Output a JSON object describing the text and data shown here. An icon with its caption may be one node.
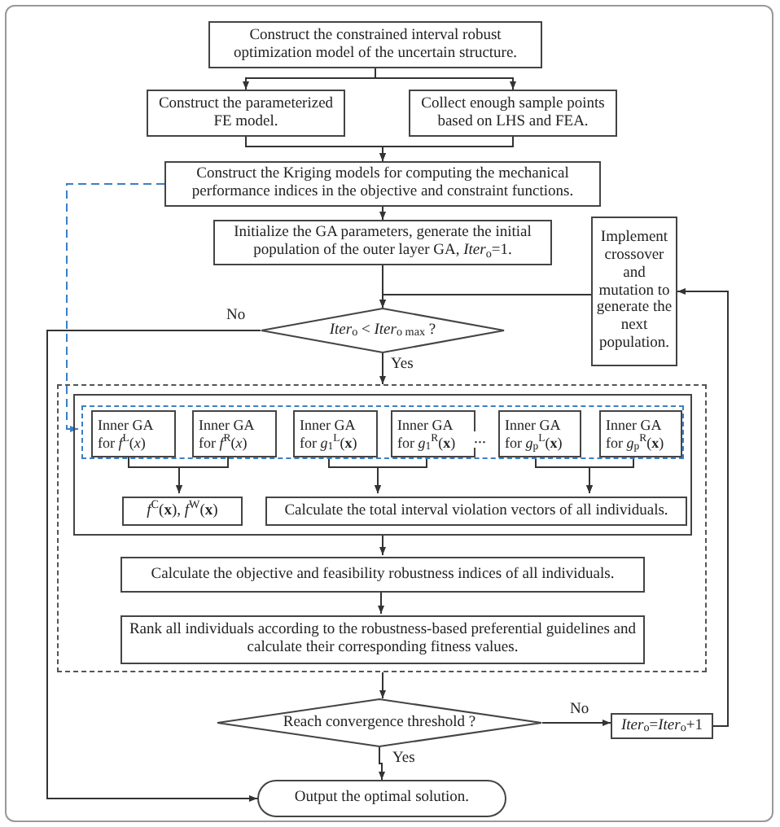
{
  "diagram": {
    "nodes": [
      {
        "text": [
          "Construct the constrained interval robust optimization model of the uncertain structure."
        ]
      },
      {
        "text": [
          "Construct the parameterized FE model."
        ]
      },
      {
        "text": [
          "Collect enough sample points based on LHS and FEA."
        ]
      },
      {
        "text": [
          "Construct the Kriging models for computing the mechanical performance indices in the objective and constraint functions."
        ]
      },
      {
        "text": [
          "Initialize the GA parameters, generate the initial population of the outer layer GA, *Iter*$_{o}$=1."
        ]
      },
      {
        "text": [
          "Implement crossover and mutation to generate the next population."
        ]
      },
      {
        "text": [
          "*Iter*$_{o}$ < *Iter*$_{o max}$ ?"
        ]
      },
      {
        "text": [],
        "shape": "box"
      },
      {
        "text": [],
        "shape": "box",
        "in": 7
      },
      {
        "text": [],
        "shape": "box",
        "in": 8
      },
      {
        "text": [
          "Inner GA",
          "for *f*$^{L}$(*x*)"
        ],
        "in": 9
      },
      {
        "text": [
          "Inner GA",
          "for *f*$^{R}$(*x*)"
        ],
        "in": 9
      },
      {
        "text": [
          "Inner GA",
          "for *g*$_{1}$$^{L}$(**x**)"
        ],
        "in": 9
      },
      {
        "text": [
          "Inner GA",
          "for *g*$_{1}$$^{R}$(**x**)"
        ],
        "in": 9
      },
      {
        "text": [
          "Inner GA",
          "for *g*$_{p}$$^{L}$(**x**)"
        ],
        "in": 9
      },
      {
        "text": [
          "Inner GA",
          "for *g*$_{p}$$^{R}$(**x**)"
        ],
        "in": 9
      },
      {
        "text": [
          "*f*$^{C}$(**x**), *f*$^{W}$(**x**)"
        ],
        "in": 8
      },
      {
        "text": [
          "Calculate the total interval violation vectors of all individuals."
        ],
        "in": 8
      },
      {
        "text": [
          "Calculate the objective and feasibility robustness indices of all individuals."
        ],
        "in": 7
      },
      {
        "text": [
          "Rank all individuals according to the robustness-based preferential guidelines and calculate their corresponding fitness values."
        ],
        "in": 7
      },
      {
        "text": [
          "Reach convergence threshold ?"
        ]
      },
      {
        "text": [
          "*Iter*$_{o}$=*Iter*$_{o}$+1"
        ]
      },
      {
        "text": [
          "Output the optimal solution."
        ]
      }
    ],
    "edges": [
      {
        "from": 0,
        "to": 1,
        "arrow": "to"
      },
      {
        "from": 0,
        "to": 2,
        "arrow": "to"
      },
      {
        "from": 1,
        "to": 3,
        "arrow": "to"
      },
      {
        "from": 2,
        "to": 3,
        "arrow": "to"
      },
      {
        "from": 3,
        "to": 4,
        "arrow": "to"
      },
      {
        "from": 4,
        "to": 6,
        "arrow": "to"
      },
      {
        "from": 5,
        "to": 6,
        "arrow": "to"
      },
      {
        "from": 6,
        "to": 22,
        "arrow": "to",
        "label": "No"
      },
      {
        "from": 6,
        "to": 7,
        "arrow": "to",
        "label": "Yes"
      },
      {
        "from": 3,
        "to": 9,
        "arrow": "to",
        "style": "dashed",
        "color": "#3b7fc4"
      },
      {
        "from": 10,
        "to": 16,
        "arrow": "to"
      },
      {
        "from": 11,
        "to": 16,
        "arrow": "to"
      },
      {
        "from": 12,
        "to": 17,
        "arrow": "to"
      },
      {
        "from": 13,
        "to": 17,
        "arrow": "to"
      },
      {
        "from": 14,
        "to": 17,
        "arrow": "to"
      },
      {
        "from": 15,
        "to": 17,
        "arrow": "to"
      },
      {
        "from": 8,
        "to": 18,
        "arrow": "to"
      },
      {
        "from": 18,
        "to": 19,
        "arrow": "to"
      },
      {
        "from": 7,
        "to": 20,
        "arrow": "to"
      },
      {
        "from": 20,
        "to": 21,
        "arrow": "to",
        "label": "No"
      },
      {
        "from": 20,
        "to": 22,
        "arrow": "to",
        "label": "Yes"
      },
      {
        "from": 21,
        "to": 5,
        "arrow": "to"
      }
    ],
    "labels": [
      "..."
    ]
  }
}
